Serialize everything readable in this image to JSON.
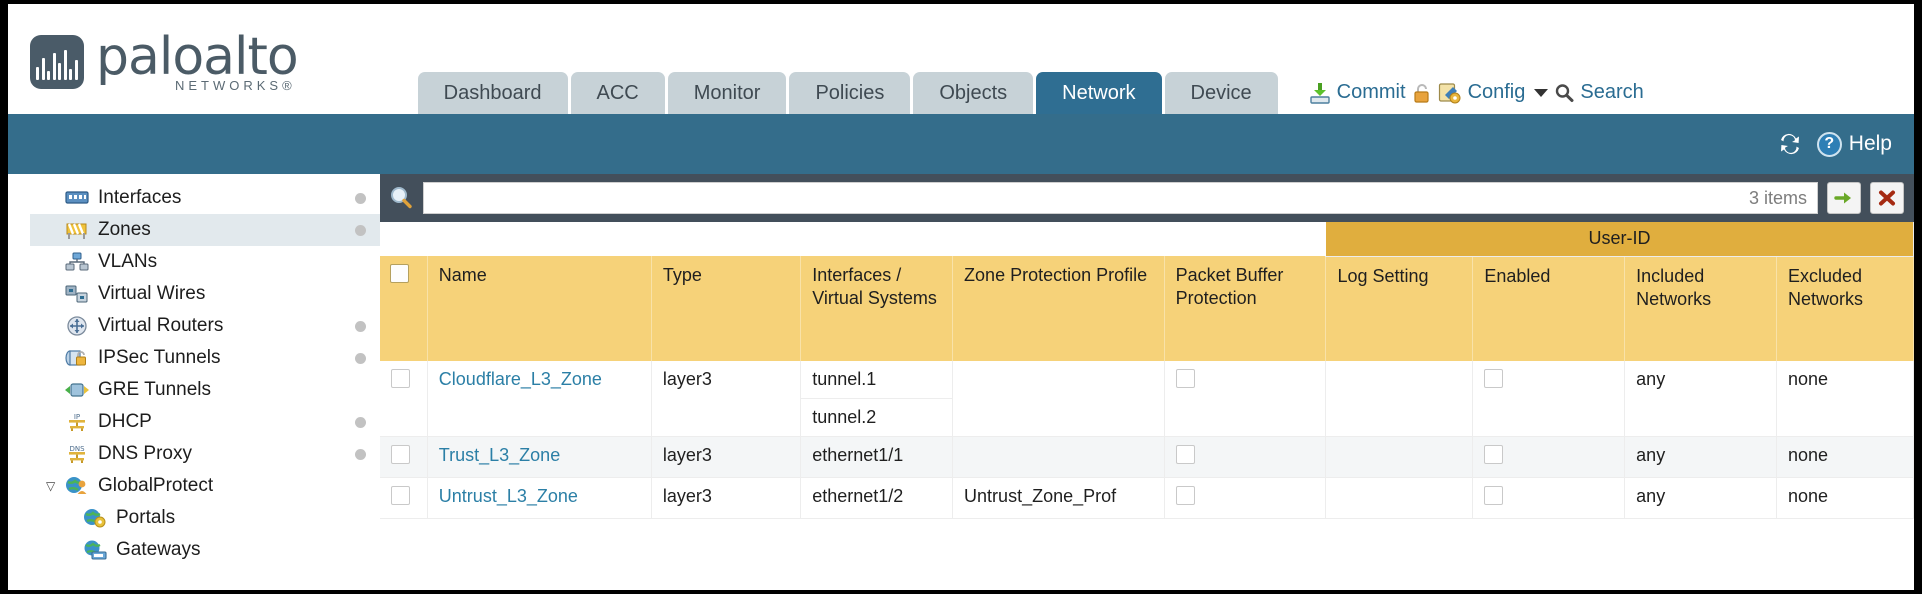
{
  "brand": {
    "name": "paloalto",
    "tagline": "NETWORKS®"
  },
  "nav_tabs": [
    {
      "label": "Dashboard",
      "active": false
    },
    {
      "label": "ACC",
      "active": false
    },
    {
      "label": "Monitor",
      "active": false
    },
    {
      "label": "Policies",
      "active": false
    },
    {
      "label": "Objects",
      "active": false
    },
    {
      "label": "Network",
      "active": true
    },
    {
      "label": "Device",
      "active": false
    }
  ],
  "toolbar": {
    "commit_label": "Commit",
    "config_label": "Config",
    "search_label": "Search"
  },
  "blue_band": {
    "help_label": "Help",
    "help_glyph": "?"
  },
  "sidebar": {
    "items": [
      {
        "label": "Interfaces",
        "icon": "interfaces-icon",
        "dot": true,
        "selected": false,
        "child": false,
        "expand": ""
      },
      {
        "label": "Zones",
        "icon": "zones-icon",
        "dot": true,
        "selected": true,
        "child": false,
        "expand": ""
      },
      {
        "label": "VLANs",
        "icon": "vlans-icon",
        "dot": false,
        "selected": false,
        "child": false,
        "expand": ""
      },
      {
        "label": "Virtual Wires",
        "icon": "virtual-wires-icon",
        "dot": false,
        "selected": false,
        "child": false,
        "expand": ""
      },
      {
        "label": "Virtual Routers",
        "icon": "virtual-routers-icon",
        "dot": true,
        "selected": false,
        "child": false,
        "expand": ""
      },
      {
        "label": "IPSec Tunnels",
        "icon": "ipsec-tunnels-icon",
        "dot": true,
        "selected": false,
        "child": false,
        "expand": ""
      },
      {
        "label": "GRE Tunnels",
        "icon": "gre-tunnels-icon",
        "dot": false,
        "selected": false,
        "child": false,
        "expand": ""
      },
      {
        "label": "DHCP",
        "icon": "dhcp-icon",
        "dot": true,
        "selected": false,
        "child": false,
        "expand": ""
      },
      {
        "label": "DNS Proxy",
        "icon": "dns-proxy-icon",
        "dot": true,
        "selected": false,
        "child": false,
        "expand": ""
      },
      {
        "label": "GlobalProtect",
        "icon": "globalprotect-icon",
        "dot": false,
        "selected": false,
        "child": false,
        "expand": "▽"
      },
      {
        "label": "Portals",
        "icon": "portals-icon",
        "dot": false,
        "selected": false,
        "child": true,
        "expand": ""
      },
      {
        "label": "Gateways",
        "icon": "gateways-icon",
        "dot": false,
        "selected": false,
        "child": true,
        "expand": ""
      }
    ]
  },
  "search": {
    "value": "",
    "placeholder": "",
    "item_count": "3 items",
    "apply_glyph": "➜",
    "clear_glyph": "✖"
  },
  "table": {
    "group_header": "User-ID",
    "columns": [
      "Name",
      "Type",
      "Interfaces / Virtual Systems",
      "Zone Protection Profile",
      "Packet Buffer Protection",
      "Log Setting",
      "Enabled",
      "Included Networks",
      "Excluded Networks"
    ],
    "rows": [
      {
        "name": "Cloudflare_L3_Zone",
        "type": "layer3",
        "interfaces": [
          "tunnel.1",
          "tunnel.2"
        ],
        "zone_protection_profile": "",
        "packet_buffer_protection": false,
        "log_setting": "",
        "userid_enabled": false,
        "included_networks": "any",
        "excluded_networks": "none"
      },
      {
        "name": "Trust_L3_Zone",
        "type": "layer3",
        "interfaces": [
          "ethernet1/1"
        ],
        "zone_protection_profile": "",
        "packet_buffer_protection": false,
        "log_setting": "",
        "userid_enabled": false,
        "included_networks": "any",
        "excluded_networks": "none"
      },
      {
        "name": "Untrust_L3_Zone",
        "type": "layer3",
        "interfaces": [
          "ethernet1/2"
        ],
        "zone_protection_profile": "Untrust_Zone_Prof",
        "packet_buffer_protection": false,
        "log_setting": "",
        "userid_enabled": false,
        "included_networks": "any",
        "excluded_networks": "none"
      }
    ]
  },
  "colors": {
    "active_tab": "#2f6e92",
    "blue_band": "#346d8b",
    "tab_inactive": "#c7d2d7",
    "table_header": "#f6d279",
    "group_header": "#e0ae3e",
    "link": "#2b7fa6",
    "search_bar": "#434f5b"
  }
}
